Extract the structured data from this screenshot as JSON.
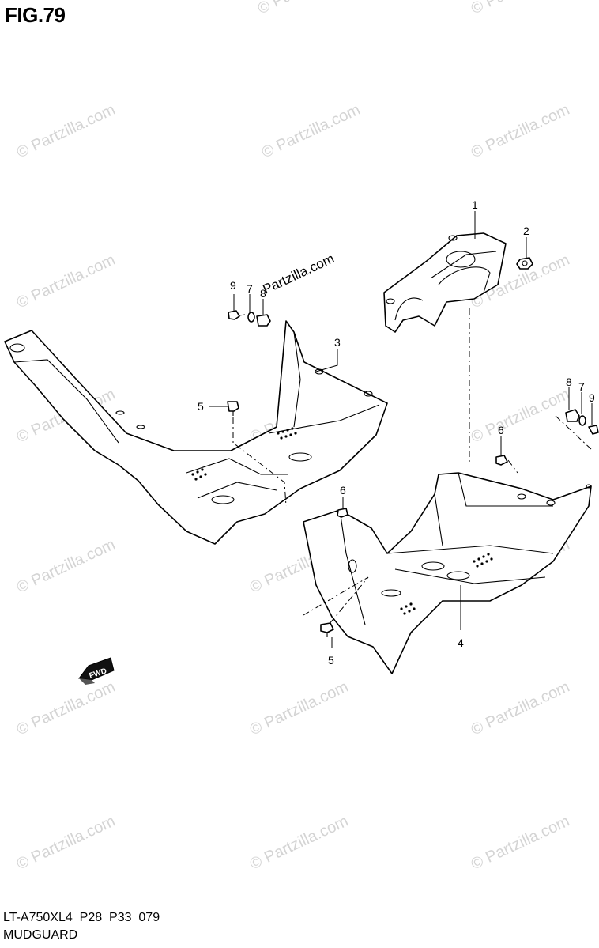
{
  "figure": {
    "title": "FIG.79"
  },
  "footer": {
    "code": "LT-A750XL4_P28_P33_079",
    "name": "MUDGUARD"
  },
  "watermark": {
    "text": "© Partzilla.com",
    "center_text": "Partzilla.com"
  },
  "arrow": {
    "label": "FWD"
  },
  "callouts": [
    {
      "id": "c1",
      "number": "1"
    },
    {
      "id": "c2",
      "number": "2"
    },
    {
      "id": "c3",
      "number": "3"
    },
    {
      "id": "c4",
      "number": "4"
    },
    {
      "id": "c5a",
      "number": "5"
    },
    {
      "id": "c5b",
      "number": "5"
    },
    {
      "id": "c6a",
      "number": "6"
    },
    {
      "id": "c6b",
      "number": "6"
    },
    {
      "id": "c7a",
      "number": "7"
    },
    {
      "id": "c7b",
      "number": "7"
    },
    {
      "id": "c8a",
      "number": "8"
    },
    {
      "id": "c8b",
      "number": "8"
    },
    {
      "id": "c9a",
      "number": "9"
    },
    {
      "id": "c9b",
      "number": "9"
    }
  ],
  "icons": [
    "fwd-arrow-icon"
  ]
}
